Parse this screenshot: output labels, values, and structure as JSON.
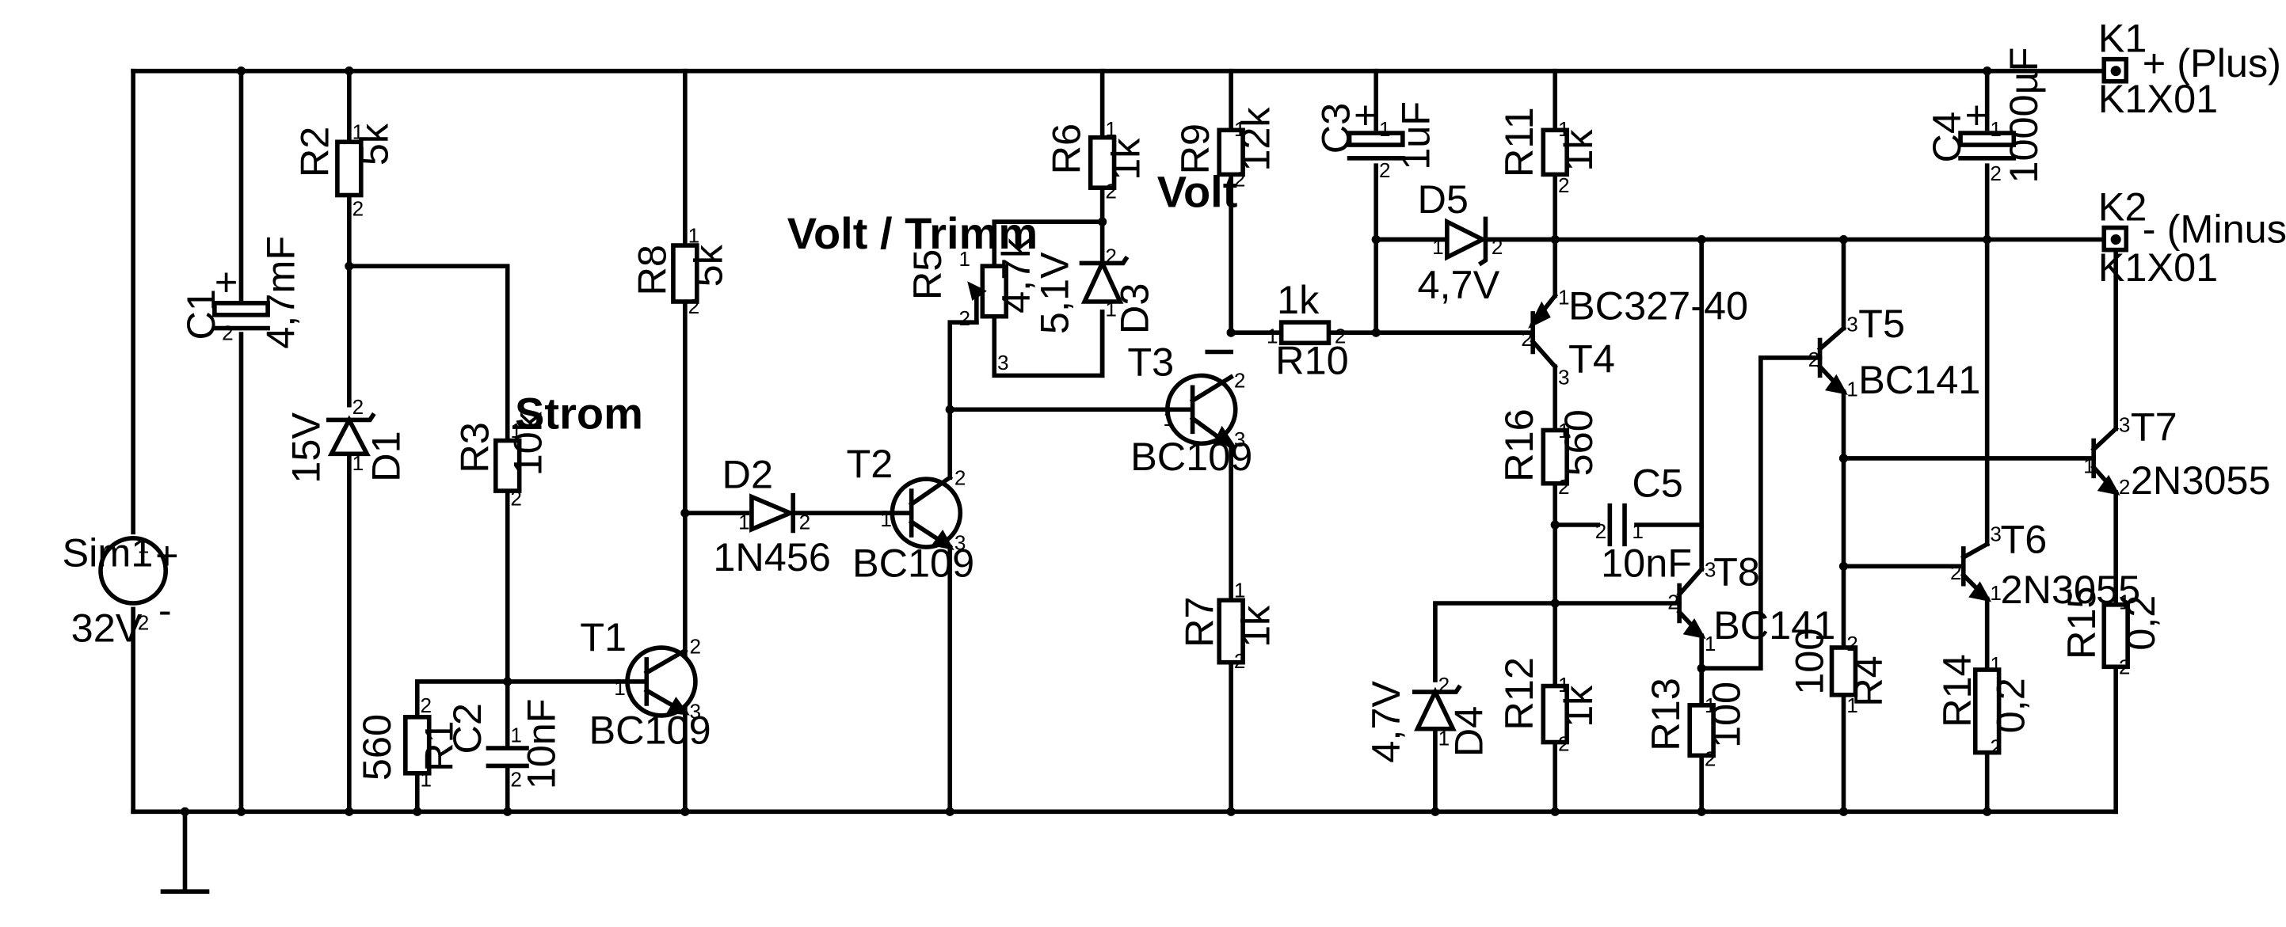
{
  "title": "",
  "colors": {
    "ink": "#000000",
    "background": "#ffffff"
  },
  "labels": {
    "k1": "K1",
    "k1_type": "K1X01",
    "k1_desc": "+ (Plus)",
    "k2": "K2",
    "k2_type": "K1X01",
    "k2_desc": "- (Minus)",
    "strom": "Strom",
    "volt": "Volt",
    "volt_trimm": "Volt / Trimm",
    "src_plus": "+",
    "src_minus": "-"
  },
  "components": {
    "sim1": {
      "ref": "Sim1",
      "value": "32V"
    },
    "c1": {
      "ref": "C1",
      "value": "4,7mF"
    },
    "c2": {
      "ref": "C2",
      "value": "10nF"
    },
    "c3": {
      "ref": "C3",
      "value": "1uF"
    },
    "c4": {
      "ref": "C4",
      "value": "1000µF"
    },
    "c5": {
      "ref": "C5",
      "value": "10nF"
    },
    "r1": {
      "ref": "R1",
      "value": "560"
    },
    "r2": {
      "ref": "R2",
      "value": "5k"
    },
    "r3": {
      "ref": "R3",
      "value": "10k"
    },
    "r4": {
      "ref": "R4",
      "value": "100"
    },
    "r5": {
      "ref": "R5",
      "value": "4,7k"
    },
    "r6": {
      "ref": "R6",
      "value": "1k"
    },
    "r7": {
      "ref": "R7",
      "value": "1k"
    },
    "r8": {
      "ref": "R8",
      "value": "5k"
    },
    "r9": {
      "ref": "R9",
      "value": "12k"
    },
    "r10": {
      "ref": "R10",
      "value": "1k"
    },
    "r11": {
      "ref": "R11",
      "value": "1k"
    },
    "r12": {
      "ref": "R12",
      "value": "1k"
    },
    "r13": {
      "ref": "R13",
      "value": "100"
    },
    "r14": {
      "ref": "R14",
      "value": "0,2"
    },
    "r15": {
      "ref": "R15",
      "value": "0,2"
    },
    "r16": {
      "ref": "R16",
      "value": "560"
    },
    "d1": {
      "ref": "D1",
      "value": "15V"
    },
    "d2": {
      "ref": "D2",
      "value": "1N456"
    },
    "d3": {
      "ref": "D3",
      "value": "5,1V"
    },
    "d4": {
      "ref": "D4",
      "value": "4,7V"
    },
    "d5": {
      "ref": "D5",
      "value": "4,7V"
    },
    "t1": {
      "ref": "T1",
      "value": "BC109"
    },
    "t2": {
      "ref": "T2",
      "value": "BC109"
    },
    "t3": {
      "ref": "T3",
      "value": "BC109"
    },
    "t4": {
      "ref": "T4",
      "value": "BC327-40"
    },
    "t5": {
      "ref": "T5",
      "value": "BC141"
    },
    "t6": {
      "ref": "T6",
      "value": "2N3055"
    },
    "t7": {
      "ref": "T7",
      "value": "2N3055"
    },
    "t8": {
      "ref": "T8",
      "value": "BC141"
    }
  },
  "pins": {
    "p1": "1",
    "p2": "2",
    "p3": "3"
  }
}
